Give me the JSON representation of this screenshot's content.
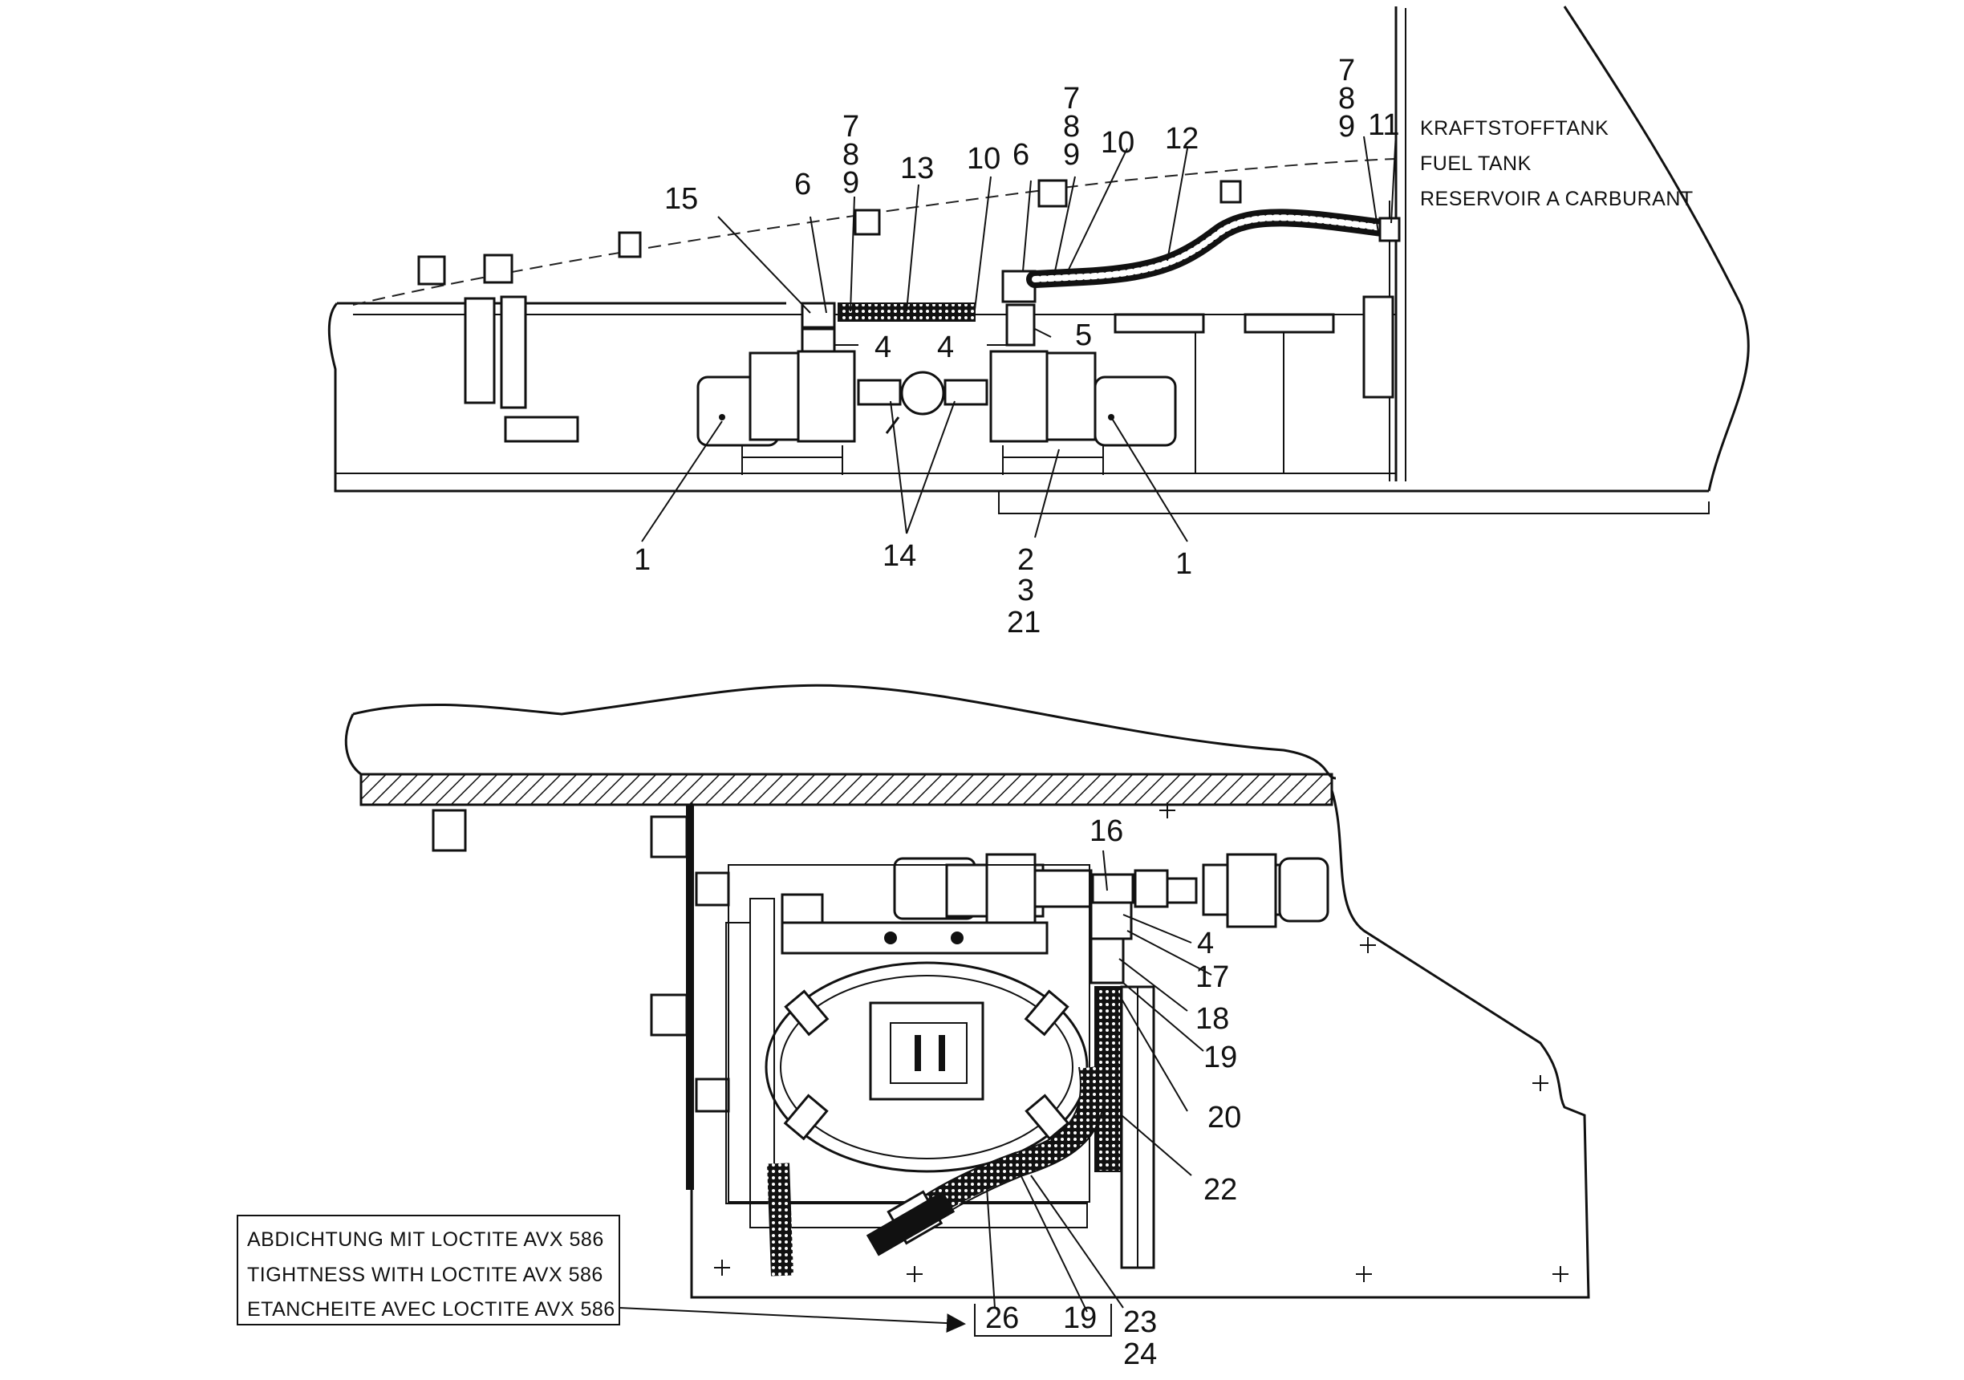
{
  "top_view": {
    "labels": {
      "tank_de": "KRAFTSTOFFTANK",
      "tank_en": "FUEL TANK",
      "tank_fr": "RESERVOIR A CARBURANT"
    },
    "callouts": {
      "c7a": "7",
      "c8a": "8",
      "c9a": "9",
      "c13": "13",
      "c10a": "10",
      "c6a": "6",
      "c15": "15",
      "c7b": "7",
      "c8b": "8",
      "c9b": "9",
      "c6b": "6",
      "c10b": "10",
      "c12": "12",
      "c7c": "7",
      "c8c": "8",
      "c9c": "9",
      "c11": "11",
      "c4a": "4",
      "c4b": "4",
      "c5": "5",
      "c1a": "1",
      "c14": "14",
      "c2": "2",
      "c3": "3",
      "c21": "21",
      "c1b": "1"
    }
  },
  "bottom_view": {
    "callouts": {
      "c16": "16",
      "c4": "4",
      "c17": "17",
      "c18": "18",
      "c19a": "19",
      "c20": "20",
      "c22": "22",
      "c26": "26",
      "c19b": "19",
      "c23": "23",
      "c24": "24"
    },
    "note": {
      "line_de": "ABDICHTUNG MIT LOCTITE AVX 586",
      "line_en": "TIGHTNESS WITH LOCTITE AVX 586",
      "line_fr": "ETANCHEITE AVEC LOCTITE AVX 586"
    }
  }
}
